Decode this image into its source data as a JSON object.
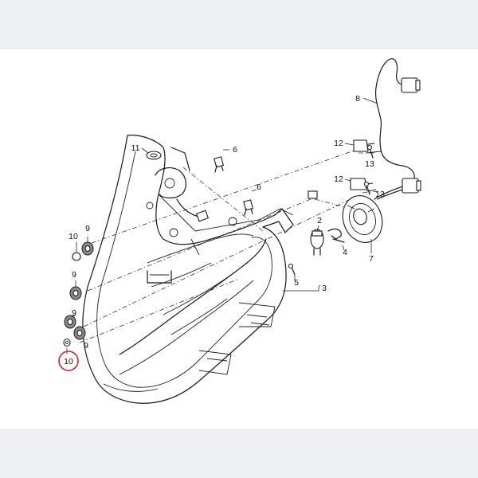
{
  "diagram": {
    "callouts": [
      {
        "id": "c8",
        "text": "8"
      },
      {
        "id": "c11",
        "text": "11"
      },
      {
        "id": "c6a",
        "text": "6"
      },
      {
        "id": "c6b",
        "text": "6"
      },
      {
        "id": "c12a",
        "text": "12"
      },
      {
        "id": "c13a",
        "text": "13"
      },
      {
        "id": "c12b",
        "text": "12"
      },
      {
        "id": "c13b",
        "text": "13"
      },
      {
        "id": "c2",
        "text": "2"
      },
      {
        "id": "c4",
        "text": "4"
      },
      {
        "id": "c7",
        "text": "7"
      },
      {
        "id": "c5",
        "text": "5"
      },
      {
        "id": "c3",
        "text": "3"
      },
      {
        "id": "c9a",
        "text": "9"
      },
      {
        "id": "c10a",
        "text": "10"
      },
      {
        "id": "c9b",
        "text": "9"
      },
      {
        "id": "c9c",
        "text": "9"
      },
      {
        "id": "c10b",
        "text": "10"
      }
    ],
    "highlighted_callout": "10",
    "highlight_color": "#d6202a"
  }
}
